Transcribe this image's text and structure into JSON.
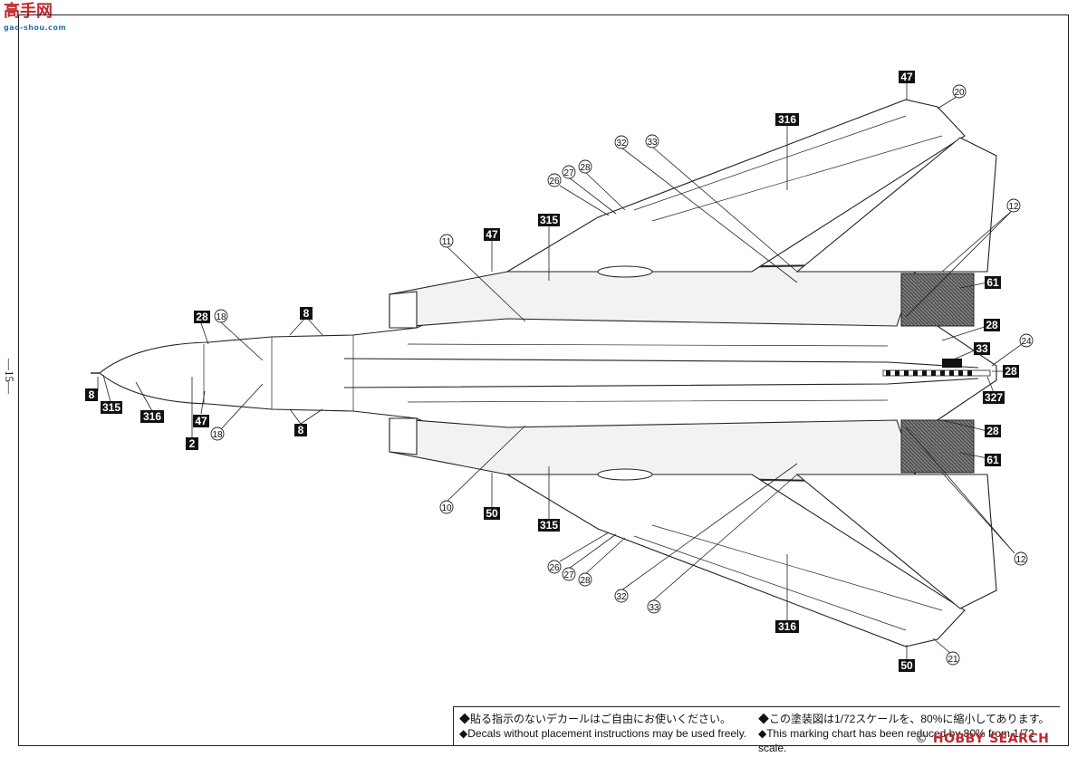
{
  "page": {
    "number": "—15—"
  },
  "logo": {
    "text": "高手网",
    "sub": "gao-shou.com"
  },
  "callouts": {
    "c8": "8",
    "c315": "315",
    "c316": "316",
    "c2": "2",
    "c47": "47",
    "c28": "28",
    "c18": "18",
    "c11": "11",
    "c10": "10",
    "c50": "50",
    "c26": "26",
    "c27": "27",
    "c32": "32",
    "c33": "33",
    "c20": "20",
    "c21": "21",
    "c12": "12",
    "c61": "61",
    "c24": "24",
    "c327": "327"
  },
  "notes": {
    "jp_left": "◆貼る指示のないデカールはご自由にお使いください。",
    "en_left": "◆Decals without placement instructions may be used freely.",
    "jp_right": "◆この塗装図は1/72スケールを、80%に縮小してあります。",
    "en_right": "◆This marking chart has been reduced by 80% from 1/72 scale."
  },
  "watermark": {
    "prefix": "© ",
    "brand": "HOBBY SEARCH"
  }
}
